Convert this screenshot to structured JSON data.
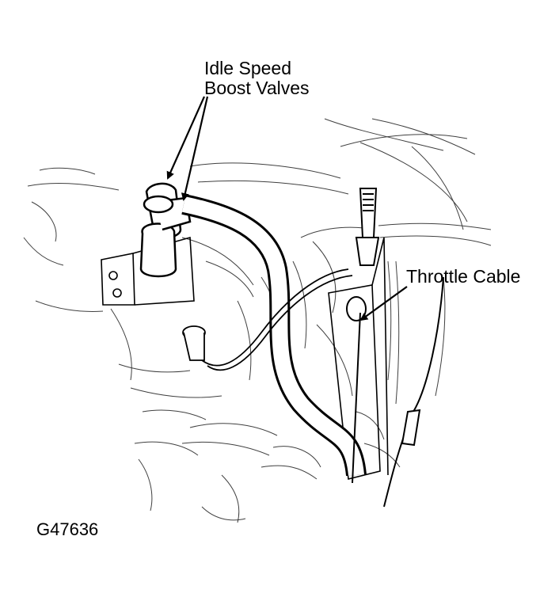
{
  "labels": {
    "idle_speed_line1": "Idle Speed",
    "idle_speed_line2": "Boost Valves",
    "throttle_cable": "Throttle Cable",
    "figure_id": "G47636"
  },
  "colors": {
    "ink": "#000000",
    "paper": "#ffffff"
  }
}
